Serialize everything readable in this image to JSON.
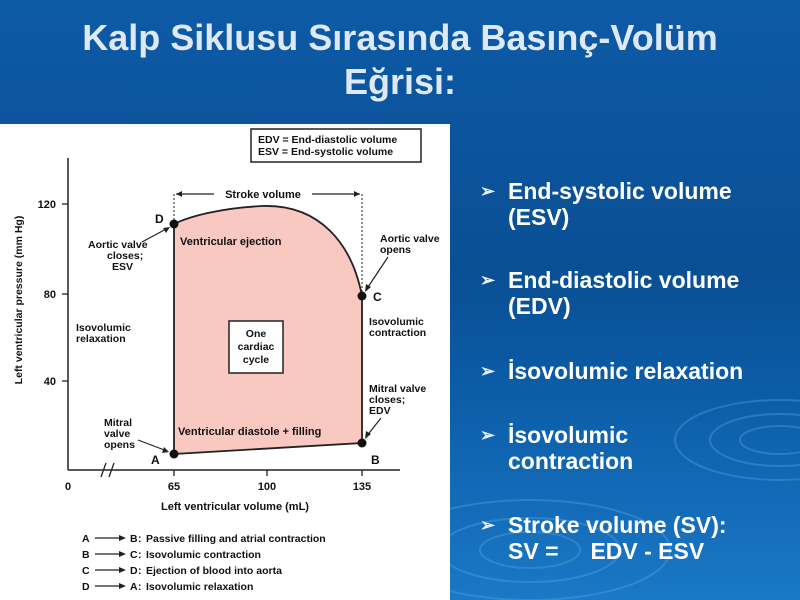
{
  "slide": {
    "title_line1": "Kalp Siklusu Sırasında Basınç-Volüm",
    "title_line2": "Eğrisi:"
  },
  "legend_box": {
    "line1": "EDV = End-diastolic volume",
    "line2": "ESV = End-systolic volume"
  },
  "axes": {
    "ylabel": "Left ventricular pressure (mm Hg)",
    "xlabel": "Left ventricular volume (mL)",
    "yticks": [
      "40",
      "80",
      "120"
    ],
    "xticks": [
      "0",
      "65",
      "100",
      "135"
    ]
  },
  "diagram": {
    "stroke_volume_label": "Stroke volume",
    "ejection_label": "Ventricular ejection",
    "filling_label": "Ventricular diastole + filling",
    "cycle_line1": "One",
    "cycle_line2": "cardiac",
    "cycle_line3": "cycle",
    "aortic_closes_1": "Aortic valve",
    "aortic_closes_2": "closes;",
    "aortic_closes_3": "ESV",
    "aortic_opens_1": "Aortic valve",
    "aortic_opens_2": "opens",
    "iso_relax_1": "Isovolumic",
    "iso_relax_2": "relaxation",
    "iso_contr_1": "Isovolumic",
    "iso_contr_2": "contraction",
    "mitral_closes_1": "Mitral valve",
    "mitral_closes_2": "closes;",
    "mitral_closes_3": "EDV",
    "mitral_opens_1": "Mitral",
    "mitral_opens_2": "valve",
    "mitral_opens_3": "opens",
    "point_a": "A",
    "point_b": "B",
    "point_c": "C",
    "point_d": "D"
  },
  "key": [
    {
      "from": "A",
      "to": "B",
      "text": "Passive filling and atrial contraction"
    },
    {
      "from": "B",
      "to": "C",
      "text": "Isovolumic contraction"
    },
    {
      "from": "C",
      "to": "D",
      "text": "Ejection of blood into aorta"
    },
    {
      "from": "D",
      "to": "A",
      "text": "Isovolumic relaxation"
    }
  ],
  "bullets": [
    {
      "line1": "End-systolic volume",
      "line2": "(ESV)"
    },
    {
      "line1": "End-diastolic volume",
      "line2": "(EDV)"
    },
    {
      "line1": "İsovolumic relaxation",
      "line2": ""
    },
    {
      "line1": "İsovolumic",
      "line2": "contraction"
    },
    {
      "line1": "Stroke volume (SV):",
      "line2": "SV =     EDV - ESV"
    }
  ],
  "colors": {
    "background": "#0b55a0",
    "loop_fill": "#f9c8c0",
    "title_text": "#dfe9f5"
  }
}
